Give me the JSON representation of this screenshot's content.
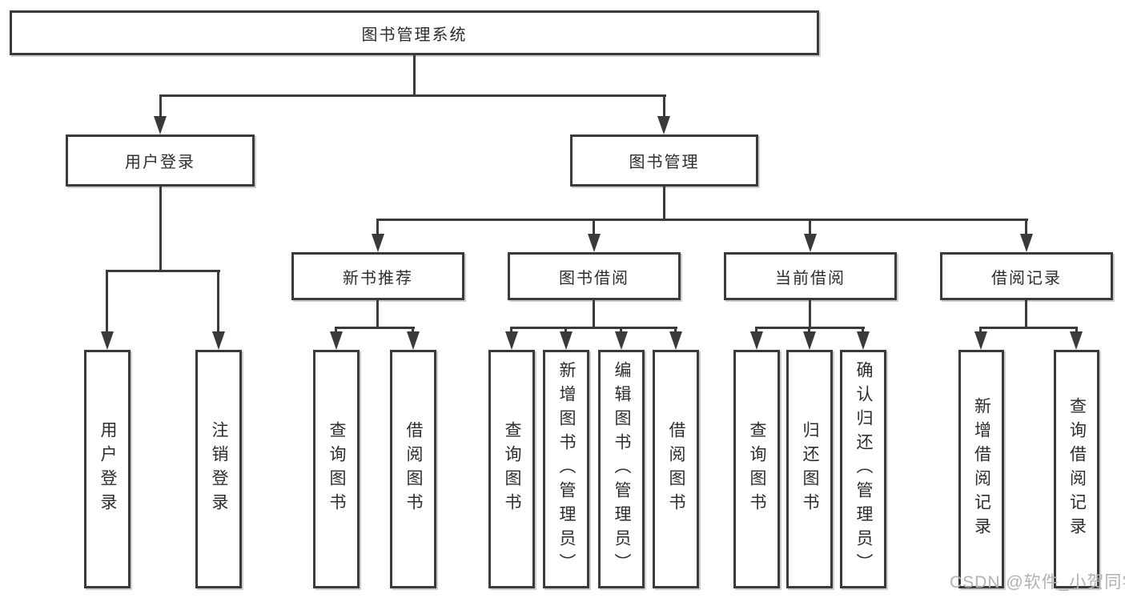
{
  "diagram": {
    "type": "org-tree",
    "title": "图书管理系统"
  },
  "colors": {
    "line": "#3a3a3a",
    "text": "#2d2d2d",
    "background": "#ffffff",
    "watermark_color": "#b2b2b2"
  },
  "watermark": {
    "text": "CSDN @软件_小贺同学"
  },
  "tree": {
    "root": {
      "label": "图书管理系统"
    },
    "branches": [
      {
        "label": "用户登录",
        "children": [
          {
            "label": "用户登录"
          },
          {
            "label": "注销登录"
          }
        ]
      },
      {
        "label": "图书管理",
        "children": [
          {
            "label": "新书推荐",
            "children": [
              {
                "label": "查询图书"
              },
              {
                "label": "借阅图书"
              }
            ]
          },
          {
            "label": "图书借阅",
            "children": [
              {
                "label": "查询图书"
              },
              {
                "label": "新增图书（管理员）"
              },
              {
                "label": "编辑图书（管理员）"
              },
              {
                "label": "借阅图书"
              }
            ]
          },
          {
            "label": "当前借阅",
            "children": [
              {
                "label": "查询图书"
              },
              {
                "label": "归还图书"
              },
              {
                "label": "确认归还（管理员）"
              }
            ]
          },
          {
            "label": "借阅记录",
            "children": [
              {
                "label": "新增借阅记录"
              },
              {
                "label": "查询借阅记录"
              }
            ]
          }
        ]
      }
    ]
  }
}
